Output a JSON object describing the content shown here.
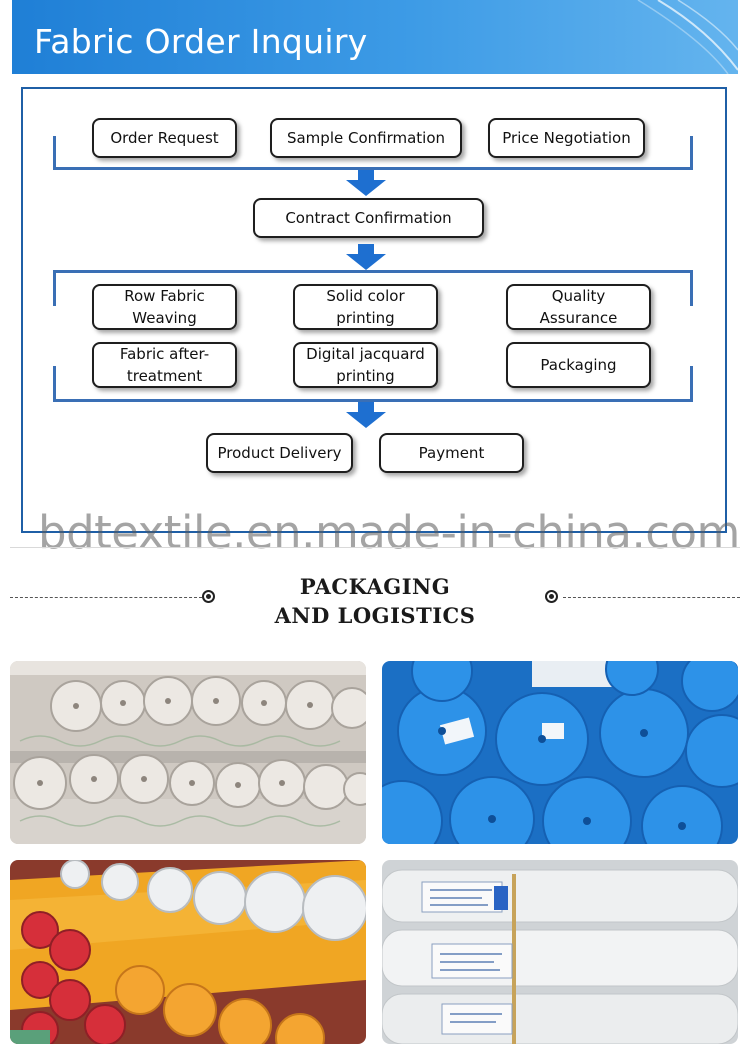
{
  "header": {
    "title": "Fabric Order Inquiry"
  },
  "flow": {
    "step1": [
      "Order Request",
      "Sample Confirmation",
      "Price Negotiation"
    ],
    "step2": "Contract Confirmation",
    "step3_row1": [
      "Row Fabric\nWeaving",
      "Solid color\nprinting",
      "Quality\nAssurance"
    ],
    "step3_row2": [
      "Fabric after-\ntreatment",
      "Digital jacquard\nprinting",
      "Packaging"
    ],
    "step4": [
      "Product Delivery",
      "Payment"
    ]
  },
  "watermark": "bdtextile.en.made-in-china.com",
  "packaging": {
    "title_line1": "PACKAGING",
    "title_line2": "AND LOGISTICS"
  },
  "photos": [
    {
      "icon": "white-patterned-fabric-rolls-photo"
    },
    {
      "icon": "blue-wrapped-fabric-rolls-photo"
    },
    {
      "icon": "orange-and-white-fabric-rolls-photo"
    },
    {
      "icon": "white-wrapped-fabric-rolls-photo"
    }
  ],
  "colors": {
    "banner": "#2a88dc",
    "frame": "#1f5fa6",
    "bracket": "#3a6fb5",
    "arrow": "#1e6fd0"
  }
}
